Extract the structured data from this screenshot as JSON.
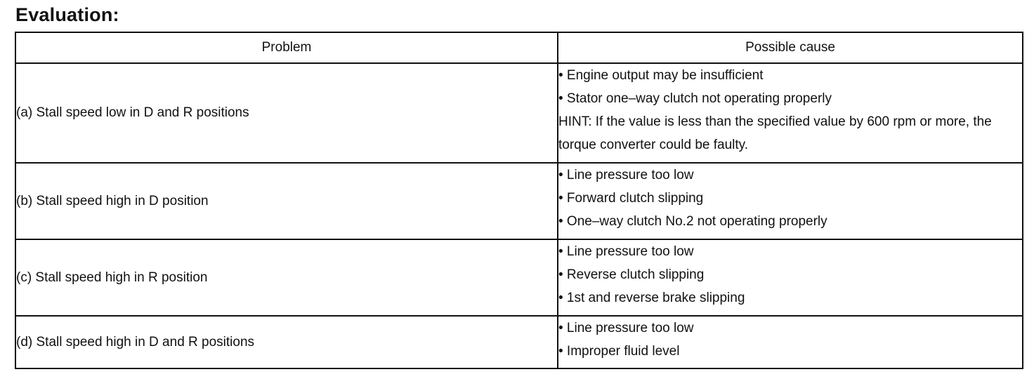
{
  "heading": "Evaluation:",
  "table": {
    "headers": [
      "Problem",
      "Possible cause"
    ],
    "rows": [
      {
        "problem": "(a) Stall speed low in D and R positions",
        "causes": [
          "• Engine output may be insufficient",
          "• Stator one–way clutch not operating properly"
        ],
        "hint": "HINT: If the value is less than the specified value by 600 rpm or more, the torque converter could be faulty."
      },
      {
        "problem": "(b) Stall speed high in D position",
        "causes": [
          "• Line pressure too low",
          "• Forward clutch slipping",
          "• One–way clutch No.2 not operating properly"
        ]
      },
      {
        "problem": "(c) Stall speed high in R position",
        "causes": [
          "• Line pressure too low",
          "• Reverse clutch slipping",
          "• 1st and reverse brake slipping"
        ]
      },
      {
        "problem": "(d) Stall speed high in D and R positions",
        "causes": [
          "• Line pressure too low",
          "• Improper fluid level"
        ]
      }
    ]
  }
}
